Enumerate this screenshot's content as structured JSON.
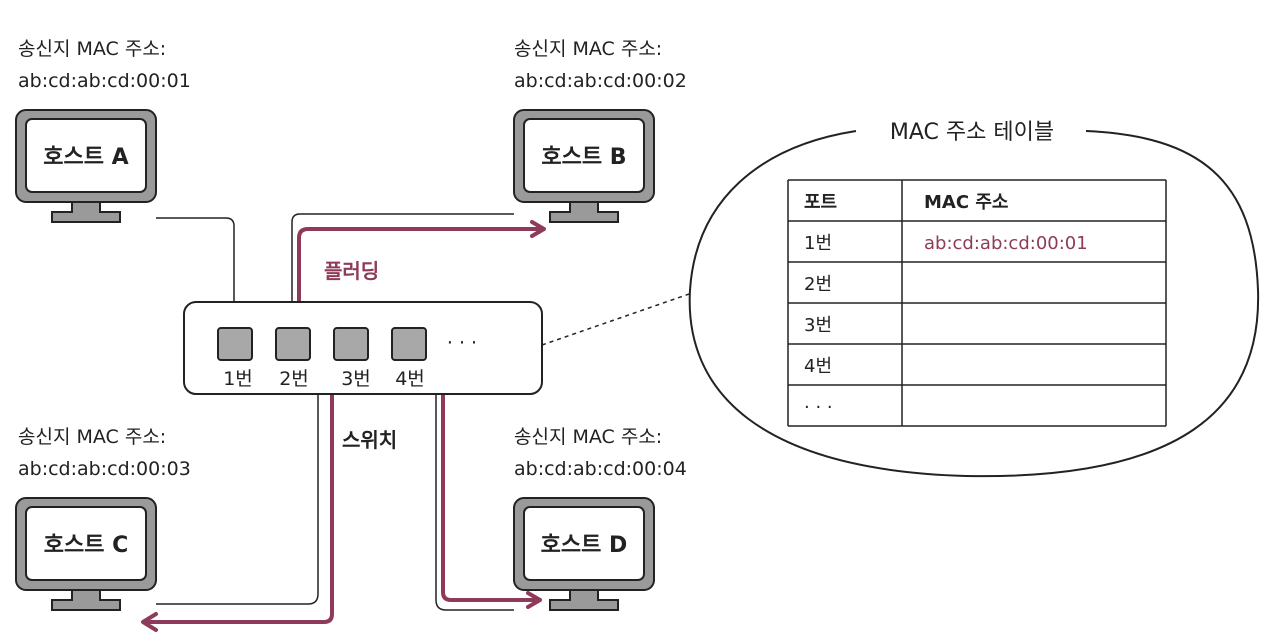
{
  "hosts": {
    "a": {
      "name": "호스트 A",
      "mac_label": "송신지 MAC 주소:",
      "mac": "ab:cd:ab:cd:00:01"
    },
    "b": {
      "name": "호스트 B",
      "mac_label": "송신지 MAC 주소:",
      "mac": "ab:cd:ab:cd:00:02"
    },
    "c": {
      "name": "호스트 C",
      "mac_label": "송신지 MAC 주소:",
      "mac": "ab:cd:ab:cd:00:03"
    },
    "d": {
      "name": "호스트 D",
      "mac_label": "송신지 MAC 주소:",
      "mac": "ab:cd:ab:cd:00:04"
    }
  },
  "switch": {
    "label": "스위치",
    "ports": [
      "1번",
      "2번",
      "3번",
      "4번"
    ],
    "more": "· · ·"
  },
  "flooding_label": "플러딩",
  "mac_table": {
    "title": "MAC 주소 테이블",
    "headers": {
      "port": "포트",
      "mac": "MAC 주소"
    },
    "rows": [
      {
        "port": "1번",
        "mac": "ab:cd:ab:cd:00:01"
      },
      {
        "port": "2번",
        "mac": ""
      },
      {
        "port": "3번",
        "mac": ""
      },
      {
        "port": "4번",
        "mac": ""
      },
      {
        "port": "· · ·",
        "mac": ""
      }
    ]
  },
  "colors": {
    "accent": "#8e3a5a",
    "line": "#222222",
    "port_fill": "#a8a8a8",
    "monitor_screen": "#ffffff",
    "monitor_frame": "#9a9a9a"
  }
}
